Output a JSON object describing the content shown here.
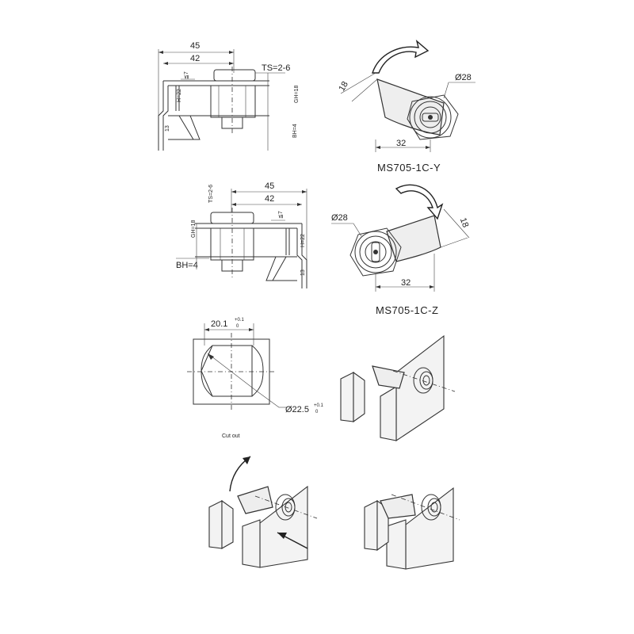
{
  "views": {
    "side_y": {
      "dims": [
        "45",
        "42",
        "TS=2-6",
        "≦7",
        "H=22",
        "GH=18",
        "13",
        "BH=4"
      ]
    },
    "front_y": {
      "dims": [
        "Ø28",
        "18",
        "32"
      ],
      "model": "MS705-1C-Y"
    },
    "side_z": {
      "dims": [
        "45",
        "42",
        "TS=2-6",
        "≦7",
        "GH=18",
        "H=22",
        "BH=4",
        "13"
      ]
    },
    "front_z": {
      "dims": [
        "Ø28",
        "18",
        "32"
      ],
      "model": "MS705-1C-Z"
    },
    "cutout": {
      "width": "20.1",
      "width_tol_upper": "+0.1",
      "width_tol_lower": "0",
      "diameter": "Ø22.5",
      "dia_tol_upper": "+0.1",
      "dia_tol_lower": "0",
      "caption": "Cut out"
    }
  },
  "colors": {
    "line": "#333333",
    "face": "#f3f3f3"
  }
}
